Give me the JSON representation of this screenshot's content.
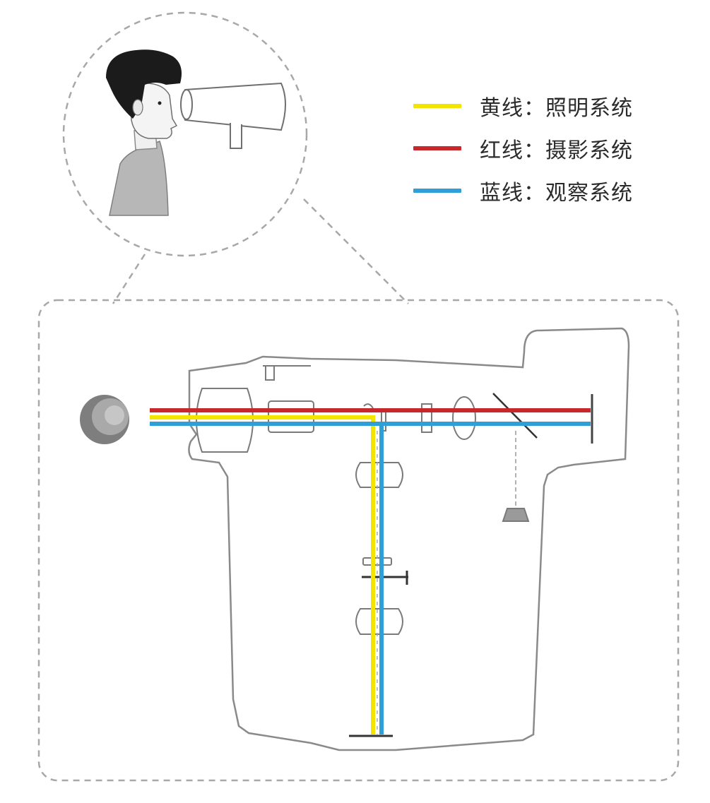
{
  "colors": {
    "illumination": "#f2e600",
    "photography": "#c8272c",
    "observation": "#2f9fd8",
    "outline": "#8a8a8a",
    "dashed": "#a8a8a8"
  },
  "legend": [
    {
      "key": "illumination",
      "label": "黄线：照明系统"
    },
    {
      "key": "photography",
      "label": "红线：摄影系统"
    },
    {
      "key": "observation",
      "label": "蓝线：观察系统"
    }
  ]
}
